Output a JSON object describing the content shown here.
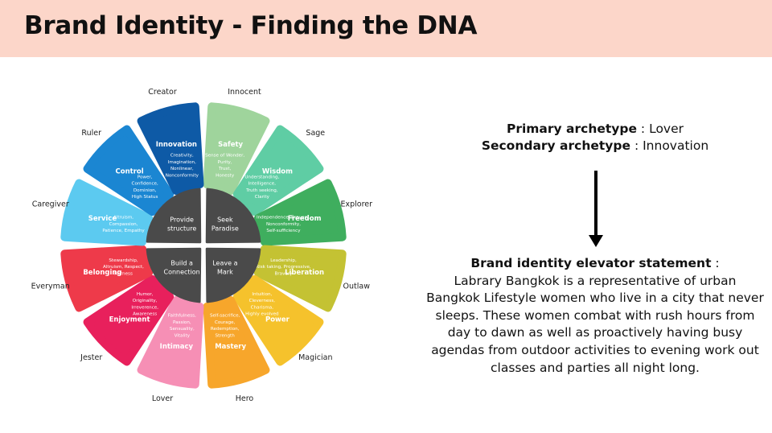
{
  "header": {
    "title": "Brand Identity - Finding the DNA"
  },
  "wheel": {
    "center_labels": [
      {
        "line1": "Provide",
        "line2": "structure"
      },
      {
        "line1": "Seek",
        "line2": "Paradise"
      },
      {
        "line1": "Build a",
        "line2": "Connection"
      },
      {
        "line1": "Leave a",
        "line2": "Mark"
      }
    ],
    "segments": [
      {
        "archetype": "Innocent",
        "name": "Safety",
        "traits": [
          "Sense of Wonder,",
          "Purity,",
          "Trust,",
          "Honesty"
        ],
        "color": "#9fd49c"
      },
      {
        "archetype": "Sage",
        "name": "Wisdom",
        "traits": [
          "Understanding,",
          "Intelligence,",
          "Truth seeking,",
          "Clarity"
        ],
        "color": "#5fcda4"
      },
      {
        "archetype": "Explorer",
        "name": "Freedom",
        "traits": [
          "Independence, Bravery,",
          "Nonconformity,",
          "Self-sufficiency"
        ],
        "color": "#3fae5e"
      },
      {
        "archetype": "Outlaw",
        "name": "Liberation",
        "traits": [
          "Leadership,",
          "Risk taking, Progressive,",
          "Bravery"
        ],
        "color": "#c4c233"
      },
      {
        "archetype": "Magician",
        "name": "Power",
        "traits": [
          "Intuition,",
          "Cleverness,",
          "Charisma,",
          "Highly evolved"
        ],
        "color": "#f5c22c"
      },
      {
        "archetype": "Hero",
        "name": "Mastery",
        "traits": [
          "Self-sacrifice,",
          "Courage,",
          "Redemption,",
          "Strength"
        ],
        "color": "#f7a62b"
      },
      {
        "archetype": "Lover",
        "name": "Intimacy",
        "traits": [
          "Faithfulness,",
          "Passion,",
          "Sensuality,",
          "Vitality"
        ],
        "color": "#f68fb5"
      },
      {
        "archetype": "Jester",
        "name": "Enjoyment",
        "traits": [
          "Humor,",
          "Originality,",
          "Irreverence,",
          "Awareness"
        ],
        "color": "#e8205c"
      },
      {
        "archetype": "Everyman",
        "name": "Belonging",
        "traits": [
          "Stewardship,",
          "Altruism, Respect,",
          "Fairness"
        ],
        "color": "#ee3a4a"
      },
      {
        "archetype": "Caregiver",
        "name": "Service",
        "traits": [
          "Altruism,",
          "Compassion,",
          "Patience, Empathy"
        ],
        "color": "#5ccaf0"
      },
      {
        "archetype": "Ruler",
        "name": "Control",
        "traits": [
          "Power,",
          "Confidence,",
          "Dominion,",
          "High Status"
        ],
        "color": "#1b86d2"
      },
      {
        "archetype": "Creator",
        "name": "Innovation",
        "traits": [
          "Creativity,",
          "Imagination,",
          "Nonlinear,",
          "Nonconformity"
        ],
        "color": "#0e5aa6"
      }
    ]
  },
  "archetypes": {
    "primary_label": "Primary archetype",
    "primary_value": " : Lover",
    "secondary_label": "Secondary archetype",
    "secondary_value": " : Innovation"
  },
  "statement": {
    "heading": "Brand identity elevator statement",
    "heading_suffix": " :",
    "body": "Labrary Bangkok is a representative of urban Bangkok Lifestyle women who live in a city that never sleeps. These women combat with rush hours from day to dawn as well as proactively having busy agendas from outdoor activities to evening work out classes and parties all night long."
  }
}
